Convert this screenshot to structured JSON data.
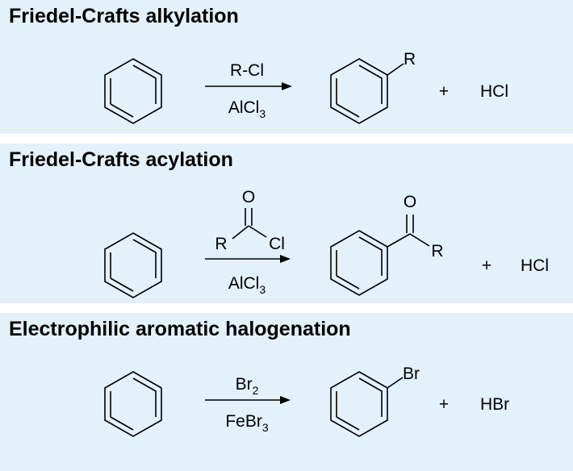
{
  "reactions": [
    {
      "title": "Friedel-Crafts alkylation",
      "reagent_above": "R-Cl",
      "catalyst_base": "AlCl",
      "catalyst_subscript": "3",
      "substituent_label": "R",
      "plus": "+",
      "byproduct": "HCl"
    },
    {
      "title": "Friedel-Crafts acylation",
      "acyl_oxygen": "O",
      "acyl_r": "R",
      "acyl_cl": "Cl",
      "catalyst_base": "AlCl",
      "catalyst_subscript": "3",
      "product_oxygen": "O",
      "product_r": "R",
      "plus": "+",
      "byproduct": "HCl"
    },
    {
      "title": "Electrophilic aromatic halogenation",
      "reagent_base": "Br",
      "reagent_subscript": "2",
      "catalyst_base": "FeBr",
      "catalyst_subscript": "3",
      "substituent_label": "Br",
      "plus": "+",
      "byproduct": "HBr"
    }
  ],
  "colors": {
    "panel_background": "#e3f1fb",
    "separator": "#ffffff",
    "ink": "#000000"
  }
}
